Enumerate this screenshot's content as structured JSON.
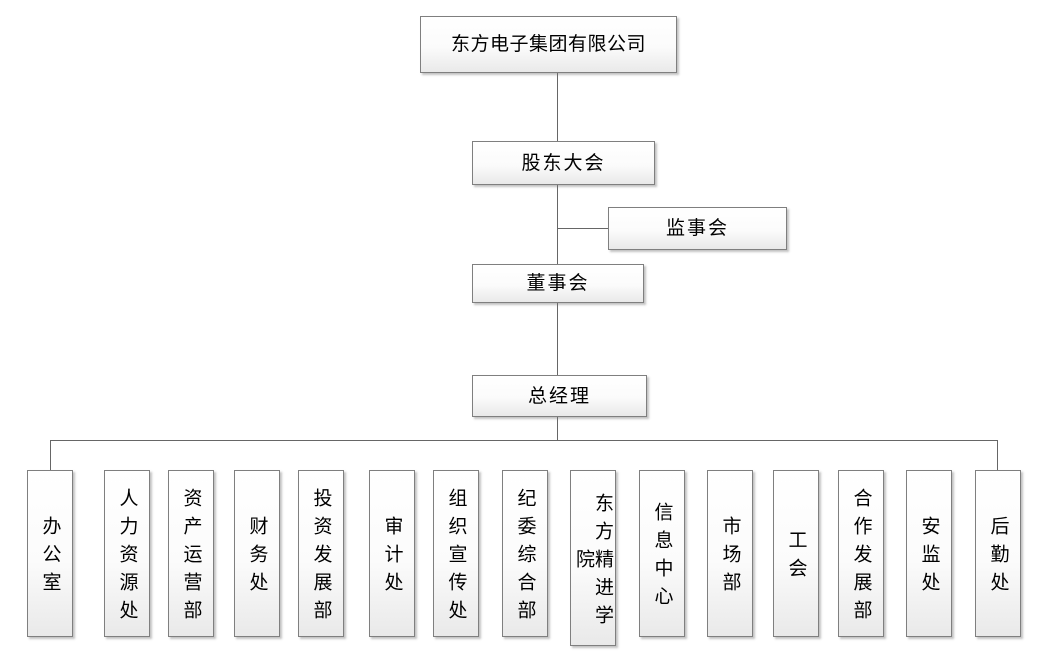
{
  "org_chart": {
    "nodes": {
      "company": "东方电子集团有限公司",
      "shareholders_meeting": "股东大会",
      "supervisory_board": "监事会",
      "board_of_directors": "董事会",
      "general_manager": "总经理"
    },
    "departments": [
      {
        "label": "办公室"
      },
      {
        "label": "人力资源处"
      },
      {
        "label": "资产运营部"
      },
      {
        "label": "财务处"
      },
      {
        "label": "投资发展部"
      },
      {
        "label": "审计处"
      },
      {
        "label": "组织宣传处"
      },
      {
        "label": "纪委综合部"
      },
      {
        "label": "东方精进学院"
      },
      {
        "label": "信息中心"
      },
      {
        "label": "市场部"
      },
      {
        "label": "工会"
      },
      {
        "label": "合作发展部"
      },
      {
        "label": "安监处"
      },
      {
        "label": "后勤处"
      }
    ],
    "style": {
      "box_border_color": "#7f7f7f",
      "connector_color": "#666666",
      "box_fill_top": "#ffffff",
      "box_fill_bottom": "#e9e9e9",
      "text_color": "#000000",
      "background": "#ffffff"
    }
  }
}
